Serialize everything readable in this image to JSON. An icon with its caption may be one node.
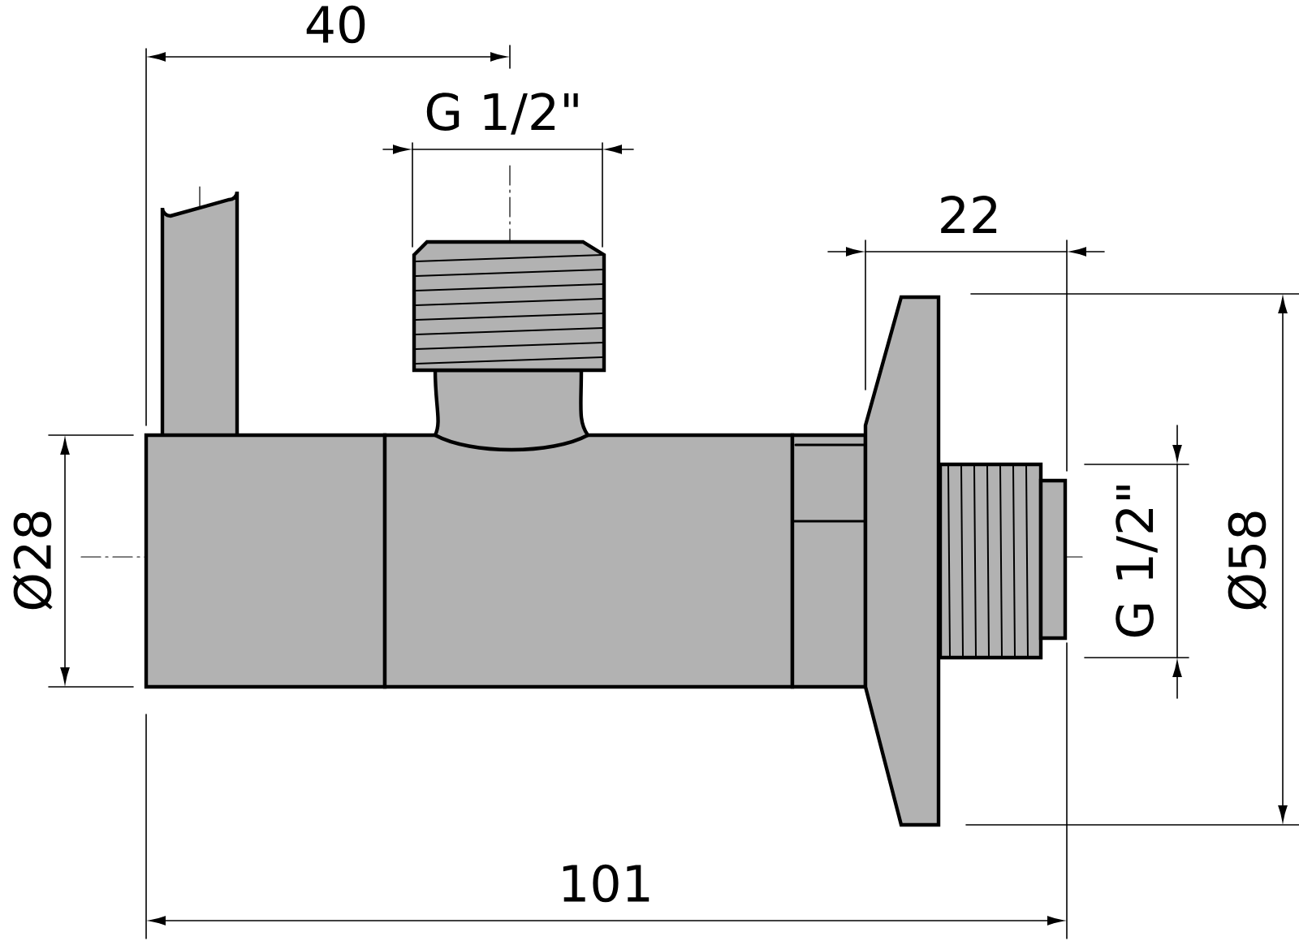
{
  "diagram": {
    "labels": [
      "40",
      "G 1/2\"",
      "22",
      "Ø28",
      "G 1/2\"",
      "Ø58",
      "101"
    ]
  }
}
